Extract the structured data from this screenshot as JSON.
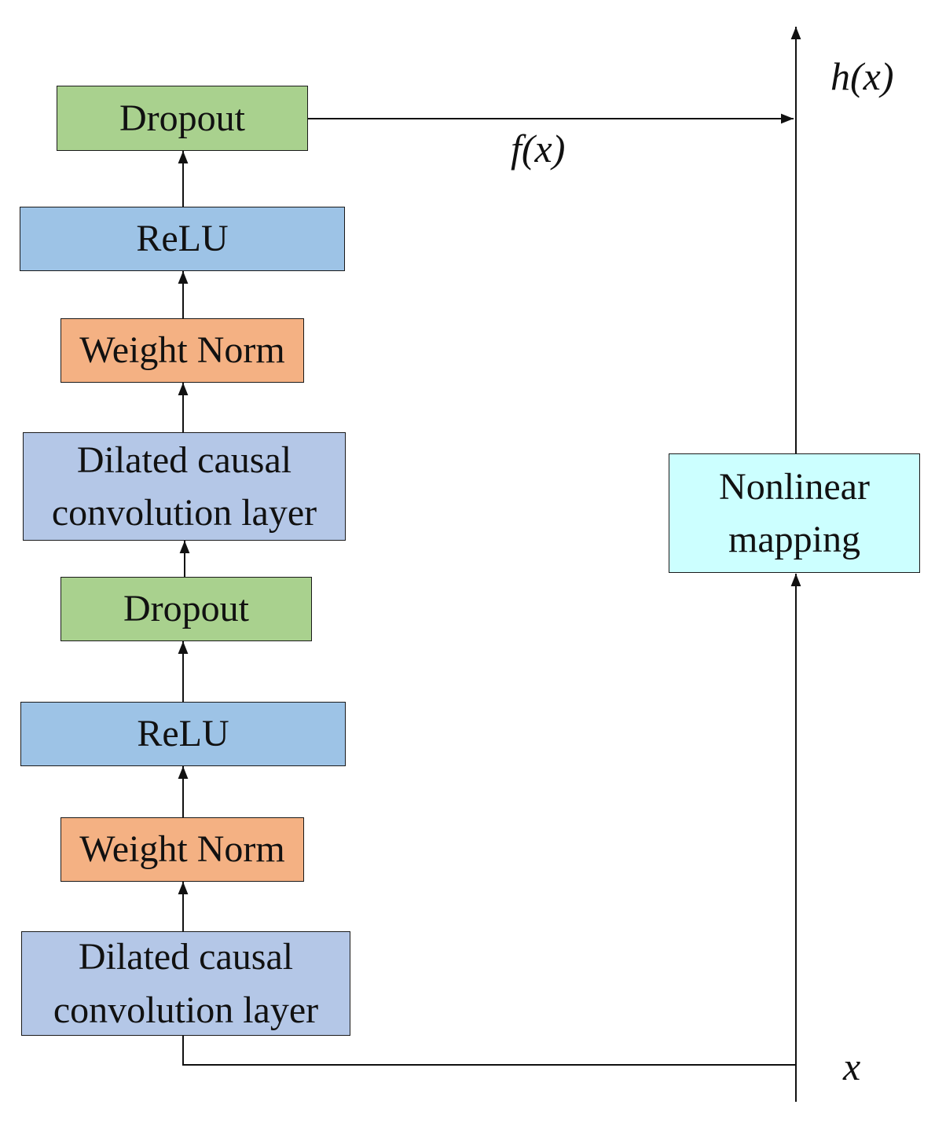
{
  "blocks": {
    "dropout_top": "Dropout",
    "relu_top": "ReLU",
    "weightnorm_top": "Weight Norm",
    "dconv_top": [
      "Dilated causal",
      "convolution layer"
    ],
    "dropout_bottom": "Dropout",
    "relu_bottom": "ReLU",
    "weightnorm_bottom": "Weight Norm",
    "dconv_bottom": [
      "Dilated causal",
      "convolution layer"
    ],
    "nonlinear": [
      "Nonlinear",
      "mapping"
    ]
  },
  "labels": {
    "output": "h(x)",
    "residual": "f(x)",
    "input": "x"
  },
  "colors": {
    "dropout": "#a9d18e",
    "relu": "#9dc3e6",
    "weight_norm": "#f4b183",
    "dilated_conv": "#b4c7e7",
    "nonlinear_mapping": "#ccffff"
  }
}
